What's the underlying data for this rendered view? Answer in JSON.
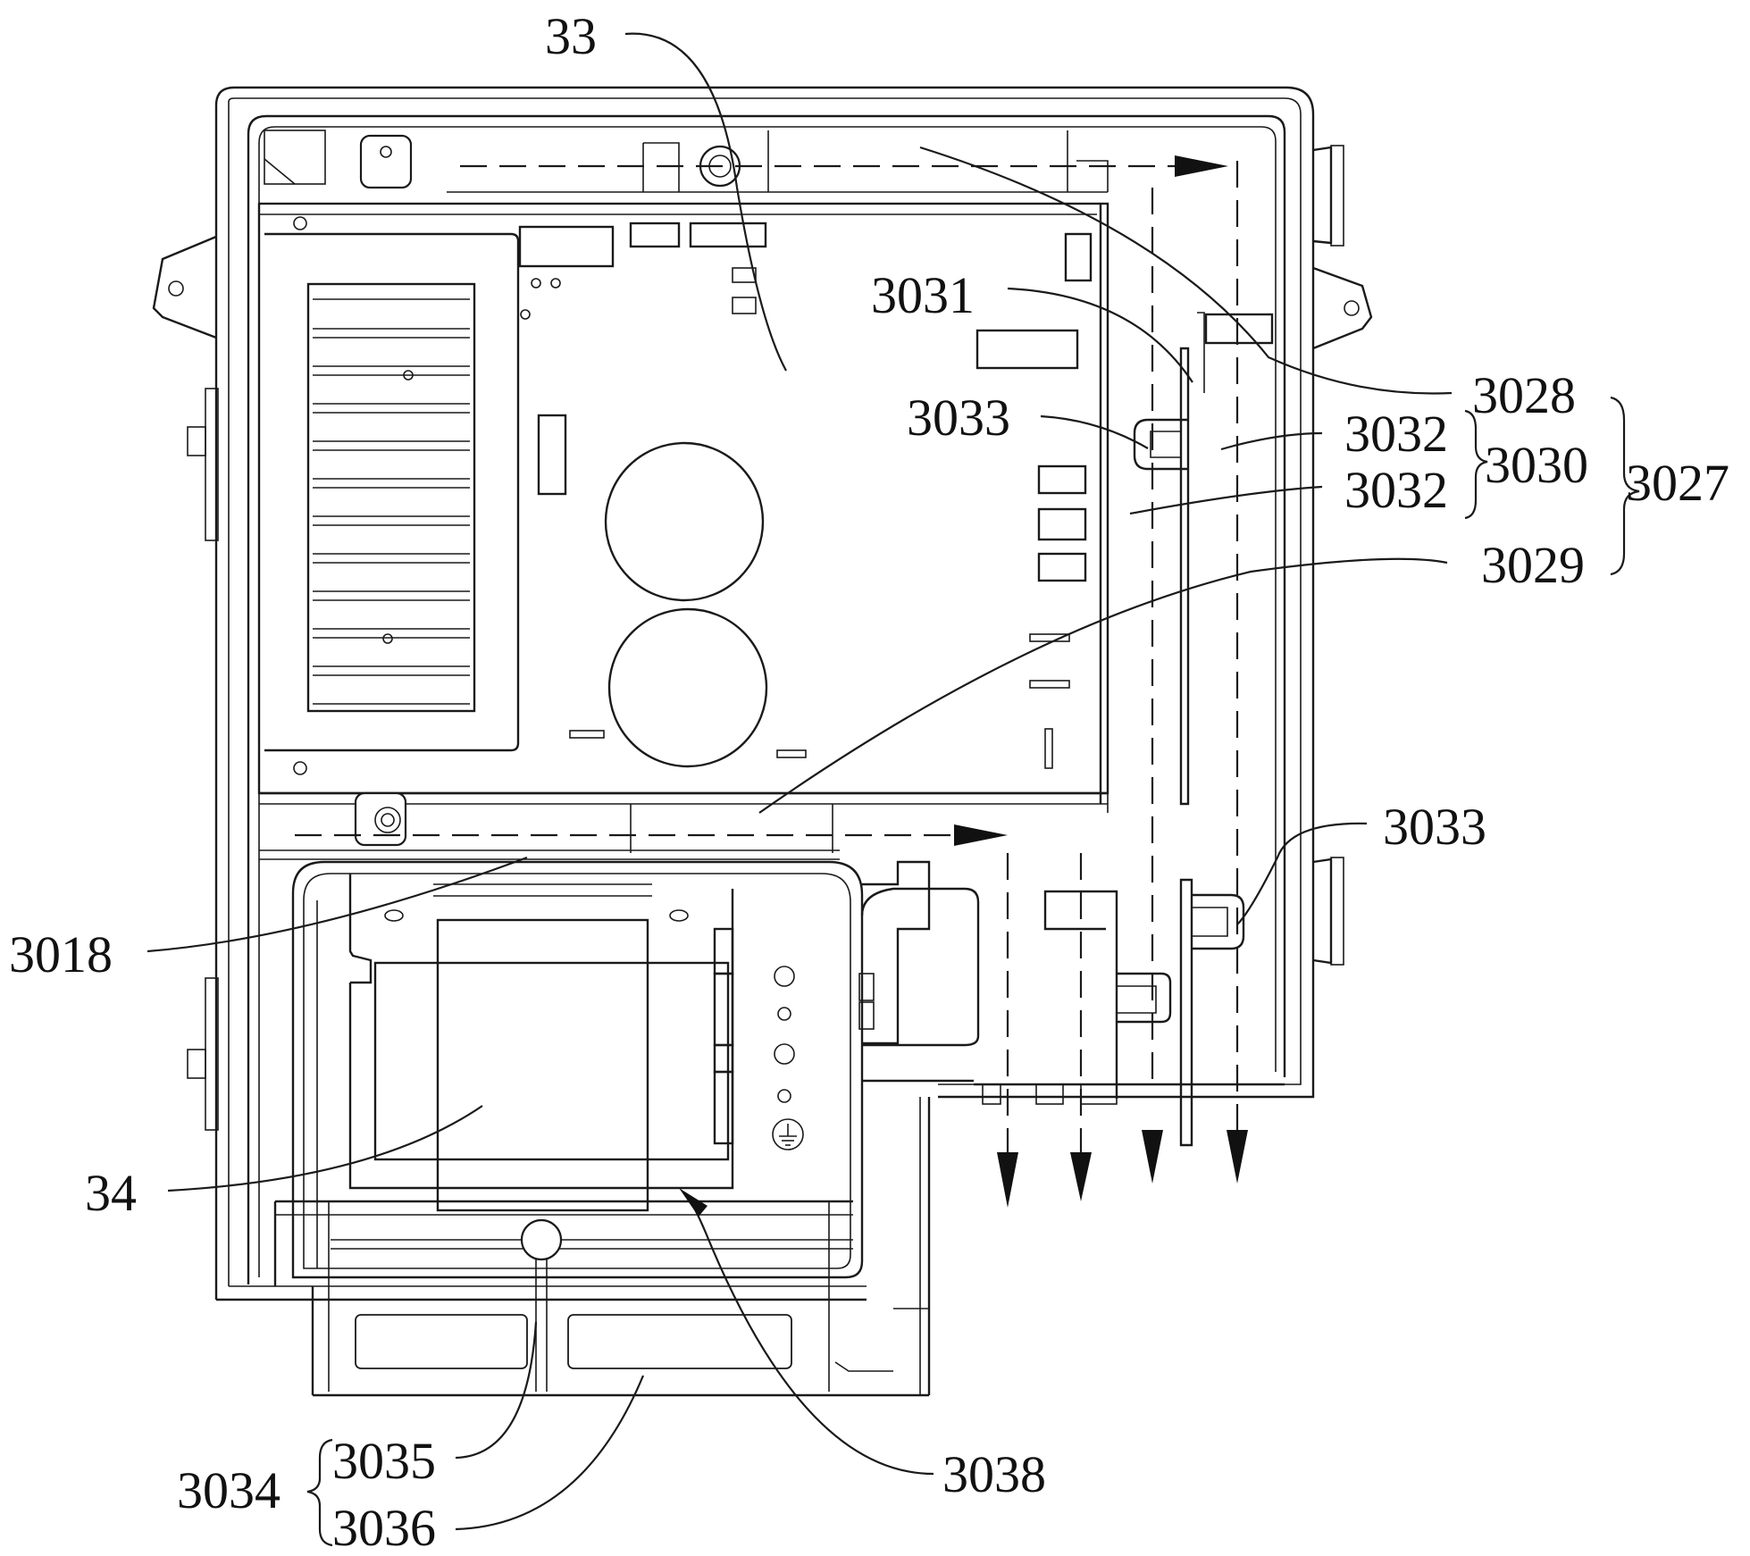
{
  "labels": {
    "l33": "33",
    "l3031": "3031",
    "l3028": "3028",
    "l3033a": "3033",
    "l3032a": "3032",
    "l3030": "3030",
    "l3027": "3027",
    "l3032b": "3032",
    "l3029": "3029",
    "l3033b": "3033",
    "l3018": "3018",
    "l34": "34",
    "l3034": "3034",
    "l3035": "3035",
    "l3036": "3036",
    "l3038": "3038"
  }
}
